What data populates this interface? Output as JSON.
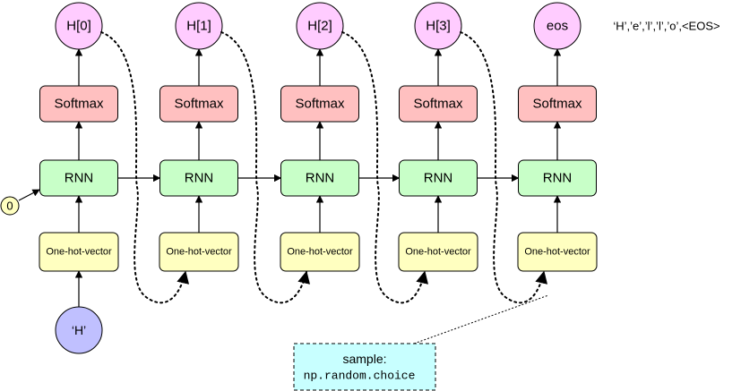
{
  "output_sequence": "‘H’,’e’,’l’,’l’,’o’,<EOS>",
  "initial_state": "0",
  "input_token": "‘H’",
  "steps": [
    {
      "output": "H[0]",
      "softmax": "Softmax",
      "rnn": "RNN",
      "encoder": "One-hot-vector"
    },
    {
      "output": "H[1]",
      "softmax": "Softmax",
      "rnn": "RNN",
      "encoder": "One-hot-vector"
    },
    {
      "output": "H[2]",
      "softmax": "Softmax",
      "rnn": "RNN",
      "encoder": "One-hot-vector"
    },
    {
      "output": "H[3]",
      "softmax": "Softmax",
      "rnn": "RNN",
      "encoder": "One-hot-vector"
    },
    {
      "output": "eos",
      "softmax": "Softmax",
      "rnn": "RNN",
      "encoder": "One-hot-vector"
    }
  ],
  "sample_note": {
    "title": "sample:",
    "code": "np.random.choice"
  },
  "colors": {
    "output_node": "#ffccff",
    "softmax": "#ffc0c0",
    "rnn": "#c8ffc8",
    "encoder": "#ffffc0",
    "initial_state": "#ffffc0",
    "input_token": "#c0c0ff",
    "note": "#c8ffff"
  }
}
